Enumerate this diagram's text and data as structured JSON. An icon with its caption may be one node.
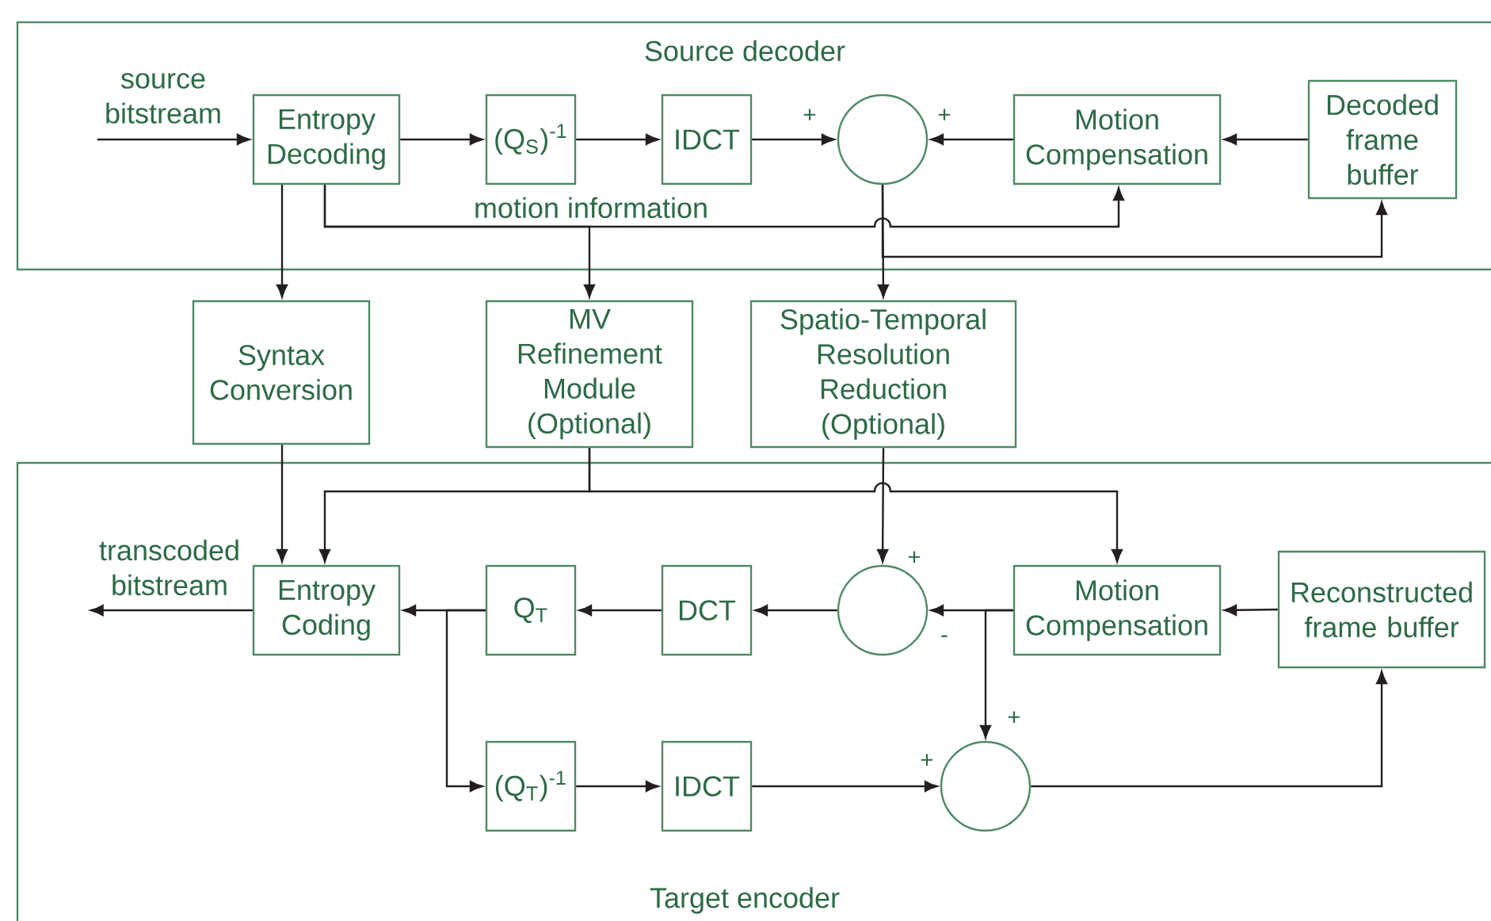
{
  "diagram": {
    "nodes": [
      {
        "text": [
          "Source decoder"
        ]
      },
      {
        "text": [
          "Entropy Decoding"
        ],
        "in": 0
      },
      {
        "text": [
          "(Q$_{S}$)$^{-1}$"
        ],
        "in": 0
      },
      {
        "text": [
          "IDCT"
        ],
        "in": 0
      },
      {
        "text": [],
        "shape": "circle",
        "in": 0
      },
      {
        "text": [
          "Motion Compensation"
        ],
        "in": 0
      },
      {
        "text": [
          "Decoded frame buffer"
        ],
        "in": 0
      },
      {
        "text": [
          "source bitstream"
        ],
        "in": 0
      },
      {
        "text": [
          "Syntax Conversion"
        ]
      },
      {
        "text": [
          "MV Refinement Module (Optional)"
        ]
      },
      {
        "text": [
          "Spatio-Temporal Resolution Reduction (Optional)"
        ]
      },
      {
        "text": [
          "Target encoder"
        ]
      },
      {
        "text": [
          "Entropy Coding"
        ],
        "in": 11
      },
      {
        "text": [
          "transcoded bitstream"
        ],
        "in": 11
      },
      {
        "text": [
          "Q$_{T}$"
        ],
        "in": 11
      },
      {
        "text": [
          "DCT"
        ],
        "in": 11
      },
      {
        "text": [],
        "shape": "circle",
        "in": 11
      },
      {
        "text": [
          "Motion Compensation"
        ],
        "in": 11
      },
      {
        "text": [
          "Reconstructed frame buffer"
        ],
        "in": 11
      },
      {
        "text": [
          "(Q$_{T}$)$^{-1}$"
        ],
        "in": 11
      },
      {
        "text": [
          "IDCT"
        ],
        "in": 11
      },
      {
        "text": [],
        "shape": "circle",
        "in": 11
      }
    ],
    "edges": [
      {
        "from": 7,
        "to": 1,
        "arrow": "to"
      },
      {
        "from": 1,
        "to": 2,
        "arrow": "to"
      },
      {
        "from": 2,
        "to": 3,
        "arrow": "to"
      },
      {
        "from": 3,
        "to": 4,
        "arrow": "to"
      },
      {
        "from": 5,
        "to": 4,
        "arrow": "to"
      },
      {
        "from": 6,
        "to": 5,
        "arrow": "to"
      },
      {
        "from": 1,
        "to": 5,
        "arrow": "to",
        "label": "motion information"
      },
      {
        "from": 1,
        "to": 9,
        "arrow": "to"
      },
      {
        "from": 1,
        "to": 8,
        "arrow": "to"
      },
      {
        "from": 4,
        "to": 10,
        "arrow": "to"
      },
      {
        "from": 4,
        "to": 6,
        "arrow": "to"
      },
      {
        "from": 8,
        "to": 12,
        "arrow": "to"
      },
      {
        "from": 9,
        "to": 12,
        "arrow": "to"
      },
      {
        "from": 9,
        "to": 17,
        "arrow": "to"
      },
      {
        "from": 10,
        "to": 16,
        "arrow": "to"
      },
      {
        "from": 16,
        "to": 15,
        "arrow": "to"
      },
      {
        "from": 17,
        "to": 16,
        "arrow": "to"
      },
      {
        "from": 17,
        "to": 21,
        "arrow": "to"
      },
      {
        "from": 18,
        "to": 17,
        "arrow": "to"
      },
      {
        "from": 15,
        "to": 14,
        "arrow": "to"
      },
      {
        "from": 14,
        "to": 12,
        "arrow": "to"
      },
      {
        "from": 14,
        "to": 19,
        "arrow": "to"
      },
      {
        "from": 19,
        "to": 20,
        "arrow": "to"
      },
      {
        "from": 20,
        "to": 21,
        "arrow": "to"
      },
      {
        "from": 21,
        "to": 18,
        "arrow": "to"
      },
      {
        "from": 12,
        "to": 13,
        "arrow": "to"
      }
    ],
    "labels": [
      "+",
      "+",
      "+",
      "-",
      "+",
      "+"
    ]
  }
}
